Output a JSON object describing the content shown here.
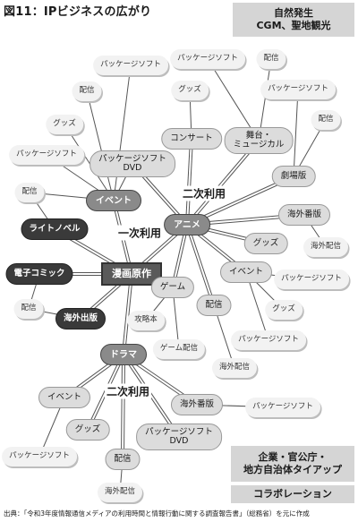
{
  "title": "図11：IPビジネスの広がり",
  "source": "出典：「令和3年度情報通信メディアの利用時間と情報行動に関する調査報告書」（総務省）を元に作成",
  "boxes": {
    "top": [
      "自然発生",
      "CGM、聖地観光"
    ],
    "bottom1": [
      "企業・官公庁・",
      "地方自治体タイアップ"
    ],
    "bottom2": "コラボレーション"
  },
  "labels": {
    "l1": "一次利用",
    "l2": "二次利用",
    "l3": "二次利用"
  },
  "nodes": {
    "center": "漫画原作",
    "anime": "アニメ",
    "drama": "ドラマ",
    "event_hub": "イベント",
    "light_novel": "ライトノベル",
    "e_comic": "電子コミック",
    "overseas_pub": "海外出版",
    "concert": "コンサート",
    "stage": [
      "舞台・",
      "ミュージカル"
    ],
    "theater": "劇場版",
    "anime_overseas": "海外番版",
    "anime_goods": "グッズ",
    "anime_event": "イベント",
    "game": "ゲーム",
    "haishin_mid": "配信",
    "pkg_dvd_mid": [
      "パッケージソフト",
      "DVD"
    ],
    "drama_event": "イベント",
    "drama_goods": "グッズ",
    "drama_overseas": "海外番版",
    "drama_pkg_dvd": [
      "パッケージソフト",
      "DVD"
    ],
    "drama_haishin": "配信",
    "l_pkg1": "パッケージソフト",
    "l_pkg2": "パッケージソフト",
    "l_haishin1": "配信",
    "l_goods1": "グッズ",
    "l_pkg3": "パッケージソフト",
    "l_haishin2": "配信",
    "l_goods2": "グッズ",
    "l_pkg4": "パッケージソフト",
    "l_haishin3": "配信",
    "l_haishin4": "配信",
    "l_haishin5": "配信",
    "l_kaigai_haishin1": "海外配信",
    "l_pkg5": "パッケージソフト",
    "l_goods3": "グッズ",
    "l_pkg6": "パッケージソフト",
    "l_kouryaku": "攻略本",
    "l_game_haishin": "ゲーム配信",
    "l_kaigai_haishin2": "海外配信",
    "l_pkg7": "パッケージソフト",
    "l_pkg8": "パッケージソフト",
    "l_kaigai_haishin3": "海外配信"
  }
}
